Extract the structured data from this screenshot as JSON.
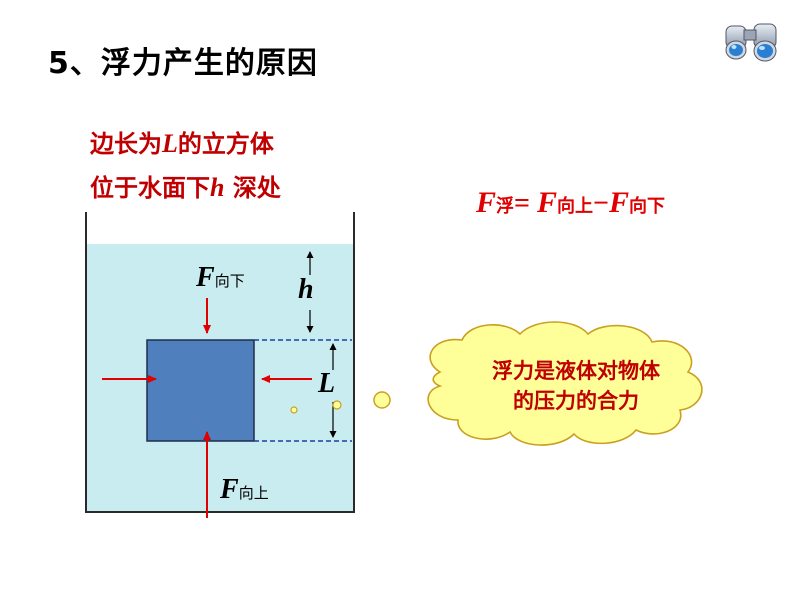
{
  "title": "5、浮力产生的原因",
  "description": {
    "line1_before": "边长为",
    "line1_var": "L",
    "line1_after": "的立方体",
    "line2_before": "位于水面下",
    "line2_var": "h",
    "line2_after": " 深处"
  },
  "formula": {
    "lhs_symbol": "F",
    "lhs_sub": "浮",
    "equals": "= ",
    "term1_symbol": "F",
    "term1_sub": "向上",
    "minus": "−",
    "term2_symbol": "F",
    "term2_sub": "向下"
  },
  "diagram": {
    "force_down_symbol": "F",
    "force_down_sub": "向下",
    "force_up_symbol": "F",
    "force_up_sub": "向上",
    "depth_label": "h",
    "side_label": "L",
    "water_color": "#c8ecf0",
    "cube_color": "#4f7fbd",
    "arrow_color": "#e00000"
  },
  "callout": {
    "line1": "浮力是液体对物体",
    "line2": "的压力的合力",
    "fill_color": "#ffff99"
  },
  "icon": "binoculars-icon"
}
